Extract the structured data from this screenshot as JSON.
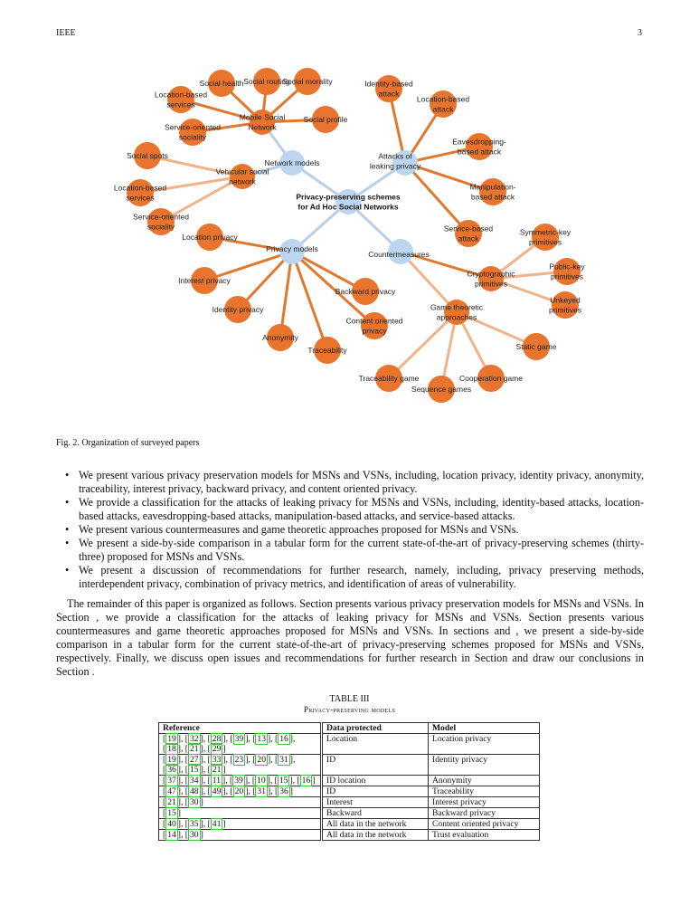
{
  "header": {
    "left": "IEEE",
    "page_number": "3"
  },
  "figure": {
    "center": [
      "Privacy-preserving schemes",
      "for Ad Hoc Social Networks"
    ],
    "network_models": "Network models",
    "mobile_social_network": [
      "Mobile Social",
      "Network"
    ],
    "msn_children": {
      "social_health": "Social health",
      "social_routing": "Social routing",
      "social_morality": "Social morality",
      "social_profile": "Social profile",
      "location_based_services": [
        "Location-based",
        "services"
      ],
      "service_oriented_sociality": [
        "Service-oriented",
        "sociality"
      ]
    },
    "vehicular_social_network": [
      "Vehicular social",
      "network"
    ],
    "vsn_children": {
      "social_spots": "Social spots",
      "location_based_services": [
        "Location-based",
        "services"
      ],
      "service_oriented_sociality": [
        "Service-oriented",
        "sociality"
      ]
    },
    "attacks": [
      "Attacks of",
      "leaking privacy"
    ],
    "attack_children": {
      "identity": [
        "Identity-based",
        "attack"
      ],
      "location": [
        "Location-based",
        "attack"
      ],
      "eavesdropping": [
        "Eavesdropping-",
        "based attack"
      ],
      "manipulation": [
        "Manipulation-",
        "based attack"
      ],
      "service": [
        "Service-based",
        "attack"
      ]
    },
    "privacy_models": "Privacy models",
    "privacy_children": {
      "location": "Location privacy",
      "interest": "Interest privacy",
      "identity": "Identity privacy",
      "anonymity": "Anonymity",
      "traceability": "Traceability",
      "content": [
        "Content oriented",
        "privacy"
      ],
      "backward": "Backward privacy"
    },
    "countermeasures": "Countermeasures",
    "cryptographic": [
      "Cryptographic",
      "primitives"
    ],
    "crypto_children": {
      "symmetric": [
        "Symmetric-key",
        "primitives"
      ],
      "public": [
        "Public-key",
        "primitives"
      ],
      "unkeyed": [
        "Unkeyed",
        "primitives"
      ]
    },
    "game": [
      "Game theoretic",
      "approaches"
    ],
    "game_children": {
      "static": "Static game",
      "cooperation": "Cooperation game",
      "sequence": "Sequence games",
      "traceability": "Traceability game"
    },
    "colors": {
      "node": "#e8742e",
      "hub": "#bcd6ef",
      "edge_dark": "#e0782e",
      "edge_light": "#f0b48a",
      "edge_blue": "#b8cfe6"
    }
  },
  "caption": "Fig. 2.   Organization of surveyed papers",
  "bullets": [
    "We present various privacy preservation models for MSNs and VSNs, including, location privacy, identity privacy, anonymity, traceability, interest privacy, backward privacy, and content oriented privacy.",
    "We provide a classification for the attacks of leaking privacy for MSNs and VSNs, including, identity-based attacks, location-based attacks, eavesdropping-based attacks, manipulation-based attacks, and service-based attacks.",
    "We present various countermeasures and game theoretic approaches proposed for MSNs and VSNs.",
    "We present a side-by-side comparison in a tabular form for the current state-of-the-art of privacy-preserving schemes (thirty-three) proposed for MSNs and VSNs.",
    "We present a discussion of recommendations for further research, namely, including, privacy preserving methods, interdependent privacy, combination of privacy metrics, and identification of areas of vulnerability."
  ],
  "paragraph": "The remainder of this paper is organized as follows. Section  presents various privacy preservation models for MSNs and VSNs. In Section , we provide a classification for the attacks of leaking privacy for MSNs and VSNs. Section  presents various countermeasures and game theoretic approaches proposed for MSNs and VSNs. In sections  and , we present a side-by-side comparison in a tabular form for the current state-of-the-art of privacy-preserving schemes proposed for MSNs and VSNs, respectively. Finally, we discuss open issues and recommendations for further research in Section  and draw our conclusions in Section .",
  "table": {
    "title": "TABLE III",
    "subtitle": "Privacy-preserving models",
    "headers": [
      "Reference",
      "Data protected",
      "Model"
    ],
    "rows": [
      {
        "refs": [
          "19",
          "32",
          "28",
          "39",
          "13",
          "16",
          "18",
          "21",
          "29"
        ],
        "data": "Location",
        "model": "Location privacy"
      },
      {
        "refs": [
          "19",
          "27",
          "33",
          "23",
          "20",
          "31",
          "36",
          "15",
          "21"
        ],
        "data": "ID",
        "model": "Identity privacy"
      },
      {
        "refs": [
          "37",
          "34",
          "11",
          "39",
          "10",
          "15",
          "16"
        ],
        "data": "ID location",
        "model": "Anonymity"
      },
      {
        "refs": [
          "47",
          "48",
          "49",
          "20",
          "31",
          "36"
        ],
        "data": "ID",
        "model": "Traceability"
      },
      {
        "refs": [
          "21",
          "30"
        ],
        "data": "Interest",
        "model": "Interest privacy"
      },
      {
        "refs": [
          "15"
        ],
        "data": "Backward",
        "model": "Backward privacy"
      },
      {
        "refs": [
          "40",
          "35",
          "41"
        ],
        "data": "All data in the network",
        "model": "Content oriented privacy"
      },
      {
        "refs": [
          "14",
          "30"
        ],
        "data": "All data in the network",
        "model": "Trust evaluation"
      }
    ]
  }
}
